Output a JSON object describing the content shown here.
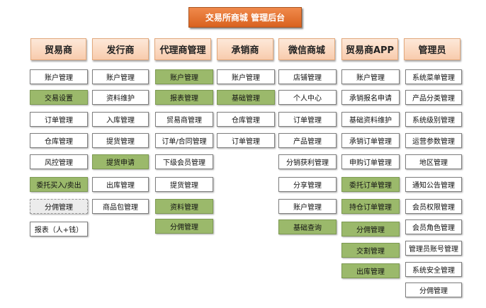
{
  "title": "交易所商城 管理后台",
  "columns": [
    {
      "header": "贸易商",
      "items": [
        {
          "label": "账户管理",
          "style": "plain"
        },
        {
          "label": "交易设置",
          "style": "green"
        },
        {
          "label": "订单管理",
          "style": "plain"
        },
        {
          "label": "仓库管理",
          "style": "plain"
        },
        {
          "label": "风控管理",
          "style": "plain"
        },
        {
          "label": "委托买入/卖出",
          "style": "green"
        },
        {
          "label": "分佣管理",
          "style": "gray"
        },
        {
          "label": "报表（人+钱）",
          "style": "plain"
        }
      ]
    },
    {
      "header": "发行商",
      "items": [
        {
          "label": "账户管理",
          "style": "plain"
        },
        {
          "label": "资料维护",
          "style": "plain"
        },
        {
          "label": "入库管理",
          "style": "plain"
        },
        {
          "label": "提货管理",
          "style": "plain"
        },
        {
          "label": "提货申请",
          "style": "green"
        },
        {
          "label": "出库管理",
          "style": "plain"
        },
        {
          "label": "商品包管理",
          "style": "plain"
        }
      ]
    },
    {
      "header": "代理商管理",
      "items": [
        {
          "label": "账户管理",
          "style": "green"
        },
        {
          "label": "报表管理",
          "style": "green"
        },
        {
          "label": "贸易商管理",
          "style": "plain"
        },
        {
          "label": "订单/合同管理",
          "style": "plain"
        },
        {
          "label": "下级会员管理",
          "style": "plain"
        },
        {
          "label": "提货管理",
          "style": "plain"
        },
        {
          "label": "资料管理",
          "style": "green"
        },
        {
          "label": "分佣管理",
          "style": "green"
        }
      ]
    },
    {
      "header": "承销商",
      "items": [
        {
          "label": "账户管理",
          "style": "plain"
        },
        {
          "label": "基础管理",
          "style": "green"
        },
        {
          "label": "仓库管理",
          "style": "plain"
        },
        {
          "label": "订单管理",
          "style": "plain"
        }
      ]
    },
    {
      "header": "微信商城",
      "items": [
        {
          "label": "店铺管理",
          "style": "plain"
        },
        {
          "label": "个人中心",
          "style": "plain"
        },
        {
          "label": "订单管理",
          "style": "plain"
        },
        {
          "label": "产品管理",
          "style": "plain"
        },
        {
          "label": "分销获利管理",
          "style": "plain"
        },
        {
          "label": "分享管理",
          "style": "plain"
        },
        {
          "label": "账户管理",
          "style": "plain"
        },
        {
          "label": "基础查询",
          "style": "green"
        }
      ]
    },
    {
      "header": "贸易商APP",
      "items": [
        {
          "label": "账户管理",
          "style": "plain"
        },
        {
          "label": "承销报名申请",
          "style": "plain"
        },
        {
          "label": "基础资料维护",
          "style": "plain"
        },
        {
          "label": "承销订单管理",
          "style": "plain"
        },
        {
          "label": "申购订单管理",
          "style": "plain"
        },
        {
          "label": "委托订单管理",
          "style": "green"
        },
        {
          "label": "持仓订单管理",
          "style": "green"
        },
        {
          "label": "分佣管理",
          "style": "green"
        },
        {
          "label": "交割管理",
          "style": "green"
        },
        {
          "label": "出库管理",
          "style": "green"
        }
      ]
    },
    {
      "header": "管理员",
      "items": [
        {
          "label": "系统菜单管理",
          "style": "plain"
        },
        {
          "label": "产品分类管理",
          "style": "plain"
        },
        {
          "label": "系统级别管理",
          "style": "plain"
        },
        {
          "label": "运营参数管理",
          "style": "plain"
        },
        {
          "label": "地区管理",
          "style": "plain"
        },
        {
          "label": "通知公告管理",
          "style": "plain"
        },
        {
          "label": "会员权限管理",
          "style": "plain"
        },
        {
          "label": "会员角色管理",
          "style": "plain"
        },
        {
          "label": "管理员账号管理",
          "style": "plain"
        },
        {
          "label": "系统安全管理",
          "style": "plain"
        },
        {
          "label": "分佣管理",
          "style": "plain"
        }
      ]
    }
  ]
}
